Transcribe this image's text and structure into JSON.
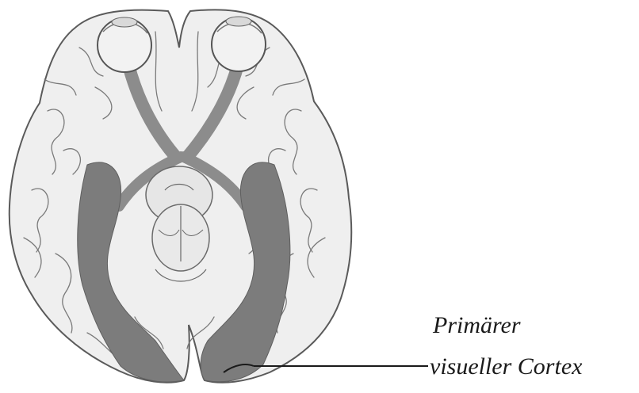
{
  "diagram": {
    "label": {
      "line1": "Primärer",
      "line2": "visueller Cortex"
    },
    "colors": {
      "brain_fill": "#efefef",
      "brain_outline": "#5a5a5a",
      "gyri_lines": "#7a7a7a",
      "visual_pathway": "#8c8c8c",
      "visual_cortex": "#7c7c7c",
      "eye_fill": "#f2f2f2",
      "label_text": "#1a1a1a"
    },
    "icons": [
      "brain-illustration",
      "left-eye",
      "right-eye",
      "optic-chiasm",
      "visual-cortex-region"
    ]
  }
}
